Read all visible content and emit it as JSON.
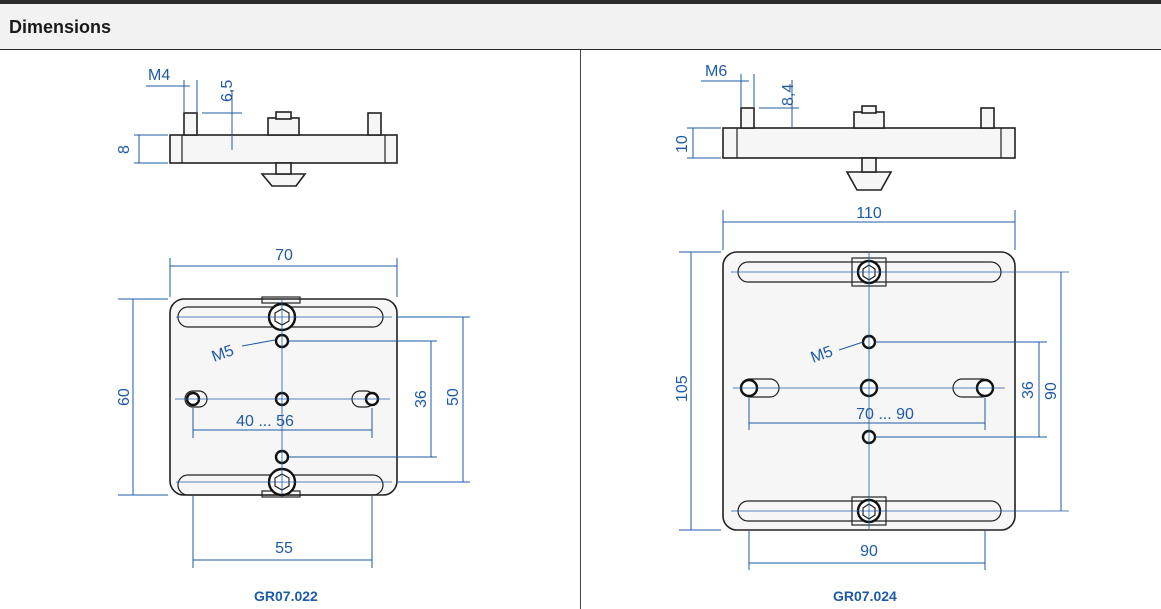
{
  "header": {
    "title": "Dimensions"
  },
  "left": {
    "caption": "GR07.022",
    "labels": {
      "thread": "M4",
      "height_small": "6,5",
      "plate_thickness": "8",
      "width": "70",
      "height": "60",
      "hole_thread": "M5",
      "adjust_range": "40 ... 56",
      "spacing_inner": "36",
      "spacing_outer": "50",
      "base_width": "55"
    }
  },
  "right": {
    "caption": "GR07.024",
    "labels": {
      "thread": "M6",
      "height_small": "8,4",
      "plate_thickness": "10",
      "width": "110",
      "height": "105",
      "hole_thread": "M5",
      "adjust_range": "70 ... 90",
      "spacing_inner": "36",
      "spacing_outer": "90",
      "base_width": "90"
    }
  }
}
